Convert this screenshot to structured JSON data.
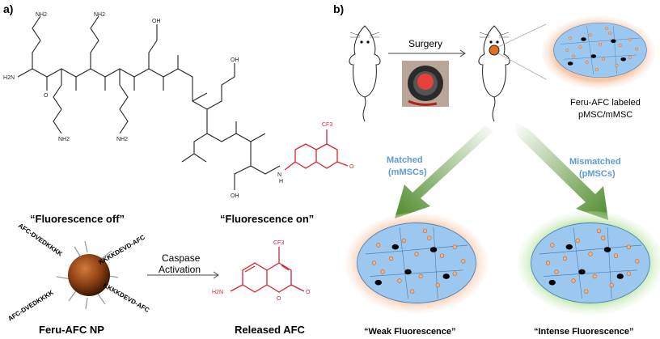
{
  "panel_a": {
    "label": "a)",
    "structure_atoms": {
      "nh2": "NH2",
      "h2n": "H2N",
      "o": "O",
      "oh": "OH",
      "cf3": "CF3",
      "nh": "N",
      "h": "H"
    },
    "fluorescence_off": "“Fluorescence off”",
    "fluorescence_on": "“Fluorescence on”",
    "peptide_labels": [
      "AFC-DVEDKKKK",
      "KKKKDEVD-AFC",
      "KKKKDEVD-AFC",
      "AFC-DVEDKKKK"
    ],
    "arrow_label_1": "Caspase",
    "arrow_label_2": "Activation",
    "np_caption": "Feru-AFC NP",
    "afc_caption": "Released AFC",
    "afc_atoms": {
      "cf3": "CF3",
      "h2n": "H2N",
      "o": "O"
    }
  },
  "panel_b": {
    "label": "b)",
    "surgery_label": "Surgery",
    "cells_label_1": "Feru-AFC labeled",
    "cells_label_2": "pMSC/mMSC",
    "matched_1": "Matched",
    "matched_2": "(mMSCs)",
    "mismatched_1": "Mismatched",
    "mismatched_2": "(pMSCs)",
    "weak_caption": "“Weak Fluorescence”",
    "intense_caption": "“Intense Fluorescence”"
  },
  "colors": {
    "afc_red": "#d6232f",
    "arrow_green": "#4f8a2b",
    "label_blue": "#5b9bd5",
    "cell_blue": "#9cc7ee",
    "tissue_peach": "#f6c6a6",
    "np_brown": "#8a3f10"
  }
}
